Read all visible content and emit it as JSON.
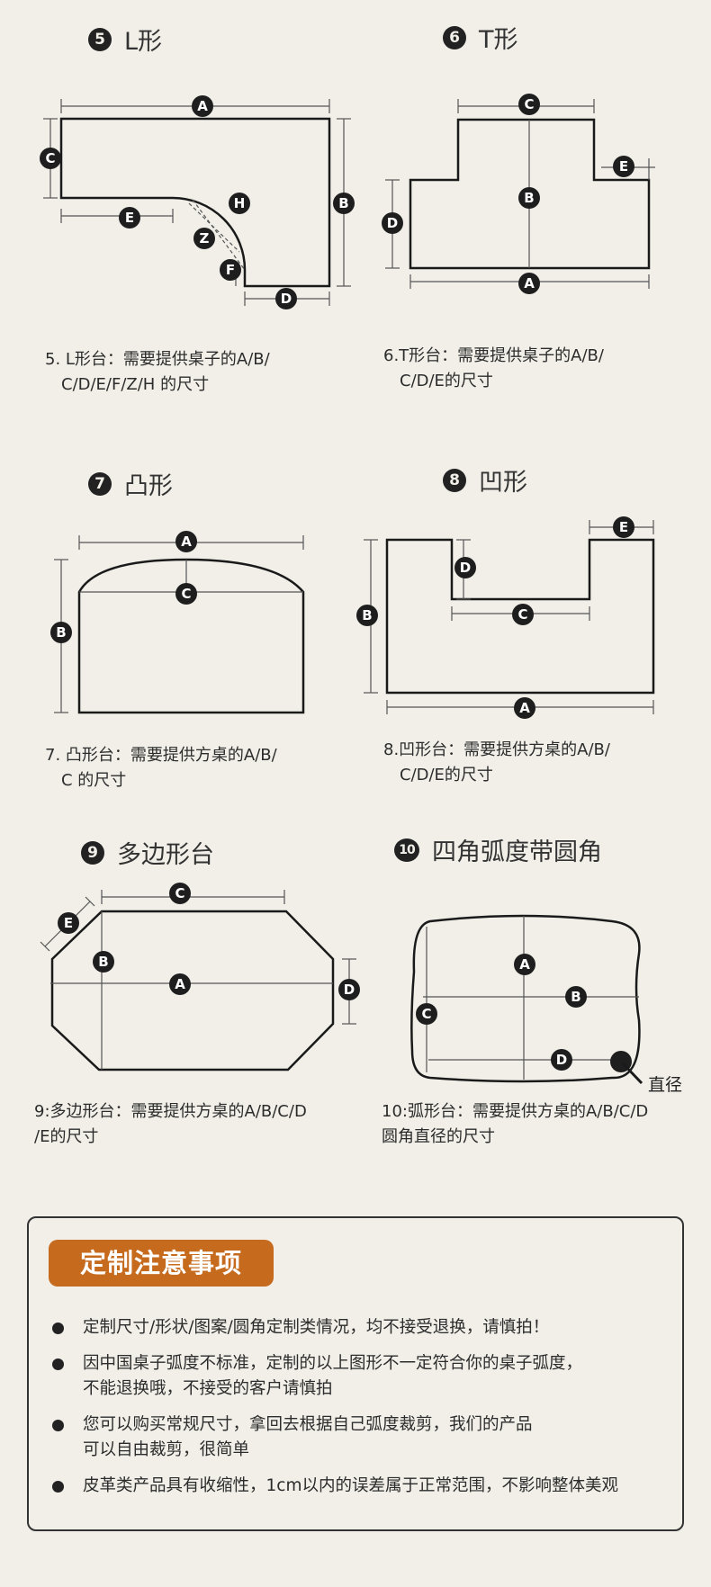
{
  "sections": [
    {
      "num": "5",
      "title": "L形",
      "desc": [
        "5. L形台：需要提供桌子的A/B/",
        "C/D/E/F/Z/H 的尺寸"
      ]
    },
    {
      "num": "6",
      "title": "T形",
      "desc": [
        "6.T形台：需要提供桌子的A/B/",
        "C/D/E的尺寸"
      ]
    },
    {
      "num": "7",
      "title": "凸形",
      "desc": [
        "7. 凸形台：需要提供方桌的A/B/",
        "C 的尺寸"
      ]
    },
    {
      "num": "8",
      "title": "凹形",
      "desc": [
        "8.凹形台：需要提供方桌的A/B/",
        "C/D/E的尺寸"
      ]
    },
    {
      "num": "9",
      "title": "多边形台",
      "desc": [
        "9:多边形台：需要提供方桌的A/B/C/D",
        "/E的尺寸"
      ]
    },
    {
      "num": "10",
      "title": "四角弧度带圆角",
      "desc": [
        "10:弧形台：需要提供方桌的A/B/C/D",
        "圆角直径的尺寸"
      ]
    }
  ],
  "labels": {
    "l_shape": [
      "A",
      "B",
      "C",
      "D",
      "E",
      "F",
      "Z",
      "H"
    ],
    "t_shape": [
      "A",
      "B",
      "C",
      "D",
      "E"
    ],
    "convex": [
      "A",
      "B",
      "C"
    ],
    "concave": [
      "A",
      "B",
      "C",
      "D",
      "E"
    ],
    "polygon": [
      "A",
      "B",
      "C",
      "D",
      "E"
    ],
    "arc": [
      "A",
      "B",
      "C",
      "D"
    ],
    "arc_note": "直径"
  },
  "notice": {
    "title": "定制注意事项",
    "items": [
      "定制尺寸/形状/图案/圆角定制类情况，均不接受退换，请慎拍！",
      "因中国桌子弧度不标准，定制的以上图形不一定符合你的桌子弧度，\n不能退换哦，不接受的客户请慎拍",
      "您可以购买常规尺寸，拿回去根据自己弧度裁剪，我们的产品\n可以自由裁剪，很简单",
      "皮革类产品具有收缩性，1cm以内的误差属于正常范围，不影响整体美观"
    ]
  },
  "colors": {
    "background": "#f1efe8",
    "accent": "#c66a1e",
    "ink": "#1a1a1a"
  }
}
